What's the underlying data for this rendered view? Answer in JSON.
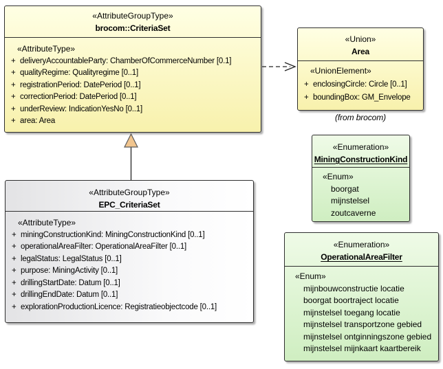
{
  "colors": {
    "class_yellow_top": "#FFFFE4",
    "class_yellow_bottom": "#F8F1AC",
    "enum_green_top": "#EFFBE7",
    "enum_green_bottom": "#CFEEC1",
    "epc_gray": "#E3E3E5",
    "box_border": "#2E2E2E",
    "triangle_fill": "#F1C58E",
    "line_color": "#222222"
  },
  "classes": {
    "criteria_set": {
      "stereotype": "«AttributeGroupType»",
      "name": "brocom::CriteriaSet",
      "section_stereotype": "«AttributeType»",
      "attributes": [
        {
          "vis": "+",
          "text": "deliveryAccountableParty: ChamberOfCommerceNumber [0.1]"
        },
        {
          "vis": "+",
          "text": "qualityRegime: Qualityregime [0..1]"
        },
        {
          "vis": "+",
          "text": "registrationPeriod: DatePeriod [0..1]"
        },
        {
          "vis": "+",
          "text": "correctionPeriod: DatePeriod [0..1]"
        },
        {
          "vis": "+",
          "text": "underReview: IndicationYesNo [0..1]"
        },
        {
          "vis": "+",
          "text": "area: Area"
        }
      ]
    },
    "area": {
      "stereotype": "«Union»",
      "name": "Area",
      "section_stereotype": "«UnionElement»",
      "attributes": [
        {
          "vis": "+",
          "text": "enclosingCircle: Circle [0..1]"
        },
        {
          "vis": "+",
          "text": "boundingBox: GM_Envelope"
        }
      ],
      "origin_note": "(from brocom)"
    },
    "epc_criteria_set": {
      "stereotype": "«AttributeGroupType»",
      "name": "EPC_CriteriaSet",
      "section_stereotype": "«AttributeType»",
      "attributes": [
        {
          "vis": "+",
          "text": "miningConstructionKind: MiningConstructionKind [0..1]"
        },
        {
          "vis": "+",
          "text": "operationalAreaFilter: OperationalAreaFilter [0..1]"
        },
        {
          "vis": "+",
          "text": "legalStatus: LegalStatus [0..1]"
        },
        {
          "vis": "+",
          "text": "purpose: MiningActivity [0..1]"
        },
        {
          "vis": "+",
          "text": "drillingStartDate: Datum [0..1]"
        },
        {
          "vis": "+",
          "text": "drillingEndDate: Datum [0..1]"
        },
        {
          "vis": "+",
          "text": "explorationProductionLicence: Registratieobjectcode [0..1]"
        }
      ]
    },
    "mining_construction_kind": {
      "stereotype": "«Enumeration»",
      "name": "MiningConstructionKind",
      "section_stereotype": "«Enum»",
      "literals": [
        "boorgat",
        "mijnstelsel",
        "zoutcaverne"
      ]
    },
    "operational_area_filter": {
      "stereotype": "«Enumeration»",
      "name": "OperationalAreaFilter",
      "section_stereotype": "«Enum»",
      "literals": [
        "mijnbouwconstructie locatie",
        "boorgat boortraject locatie",
        "mijnstelsel toegang locatie",
        "mijnstelsel transportzone gebied",
        "mijnstelsel ontginningszone gebied",
        "mijnstelsel mijnkaart kaartbereik"
      ]
    }
  },
  "relations": {
    "generalization": {
      "type": "generalization",
      "from": "EPC_CriteriaSet",
      "to": "brocom::CriteriaSet"
    },
    "dependency": {
      "type": "dependency",
      "from": "brocom::CriteriaSet",
      "to": "Area"
    }
  }
}
